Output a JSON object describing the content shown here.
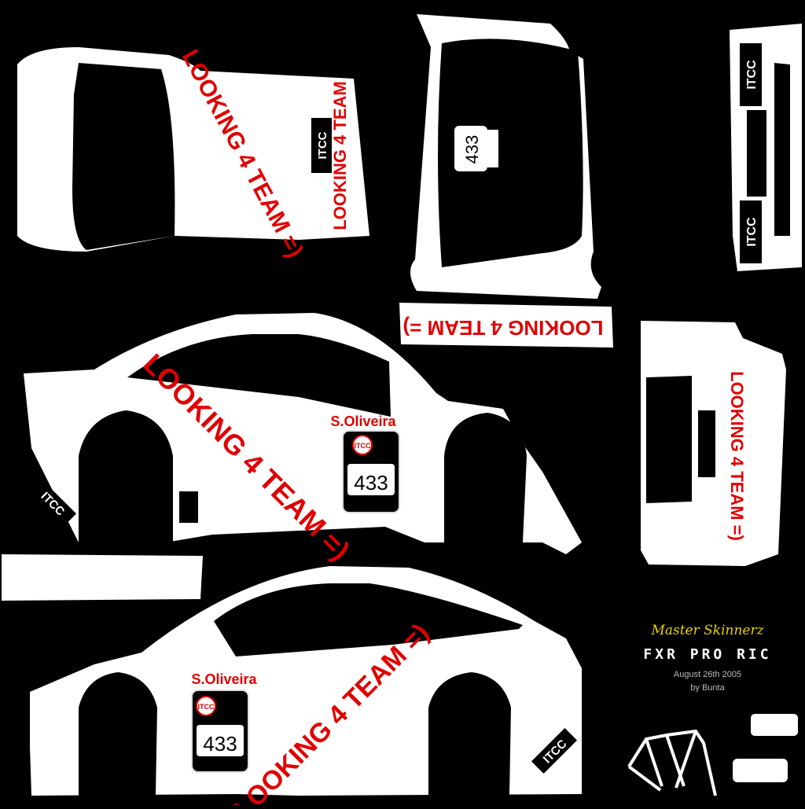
{
  "texture": {
    "colors": {
      "background": "#000000",
      "body": "#ffffff",
      "accent_red": "#e00000",
      "signature_yellow": "#e6d200",
      "credit_grey": "#bbbbbb"
    },
    "sponsor_text": "LOOKING 4 TEAM =)",
    "sponsor_text_roof": "LOOKING 4 TEAM",
    "driver_name": "S.Oliveira",
    "car_number": "433",
    "series_badge": "ITCC",
    "credits": {
      "team": "Master Skinnerz",
      "car_model": "FXR PRO RIC",
      "date": "August 26th   2005",
      "author": "by Bunta"
    }
  }
}
